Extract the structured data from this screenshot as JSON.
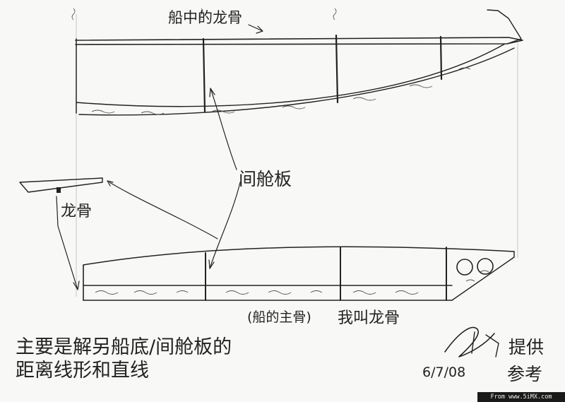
{
  "labels": {
    "top_keel": "船中的龙骨",
    "bulkhead": "间舱板",
    "keel": "龙骨",
    "main_bone": "(船的主骨)",
    "called_keel": "我叫龙骨",
    "note_line1": "主要是解另船底/间舱板的",
    "note_line2": "距离线形和直线",
    "date": "6/7/08",
    "sig_provide": "提供",
    "sig_reference": "参考"
  },
  "watermark": "From www.5iMX.com",
  "colors": {
    "ink": "#222222",
    "paper": "#f8f8f6"
  },
  "icons": [
    "signature-mark-icon",
    "porthole-icon"
  ]
}
